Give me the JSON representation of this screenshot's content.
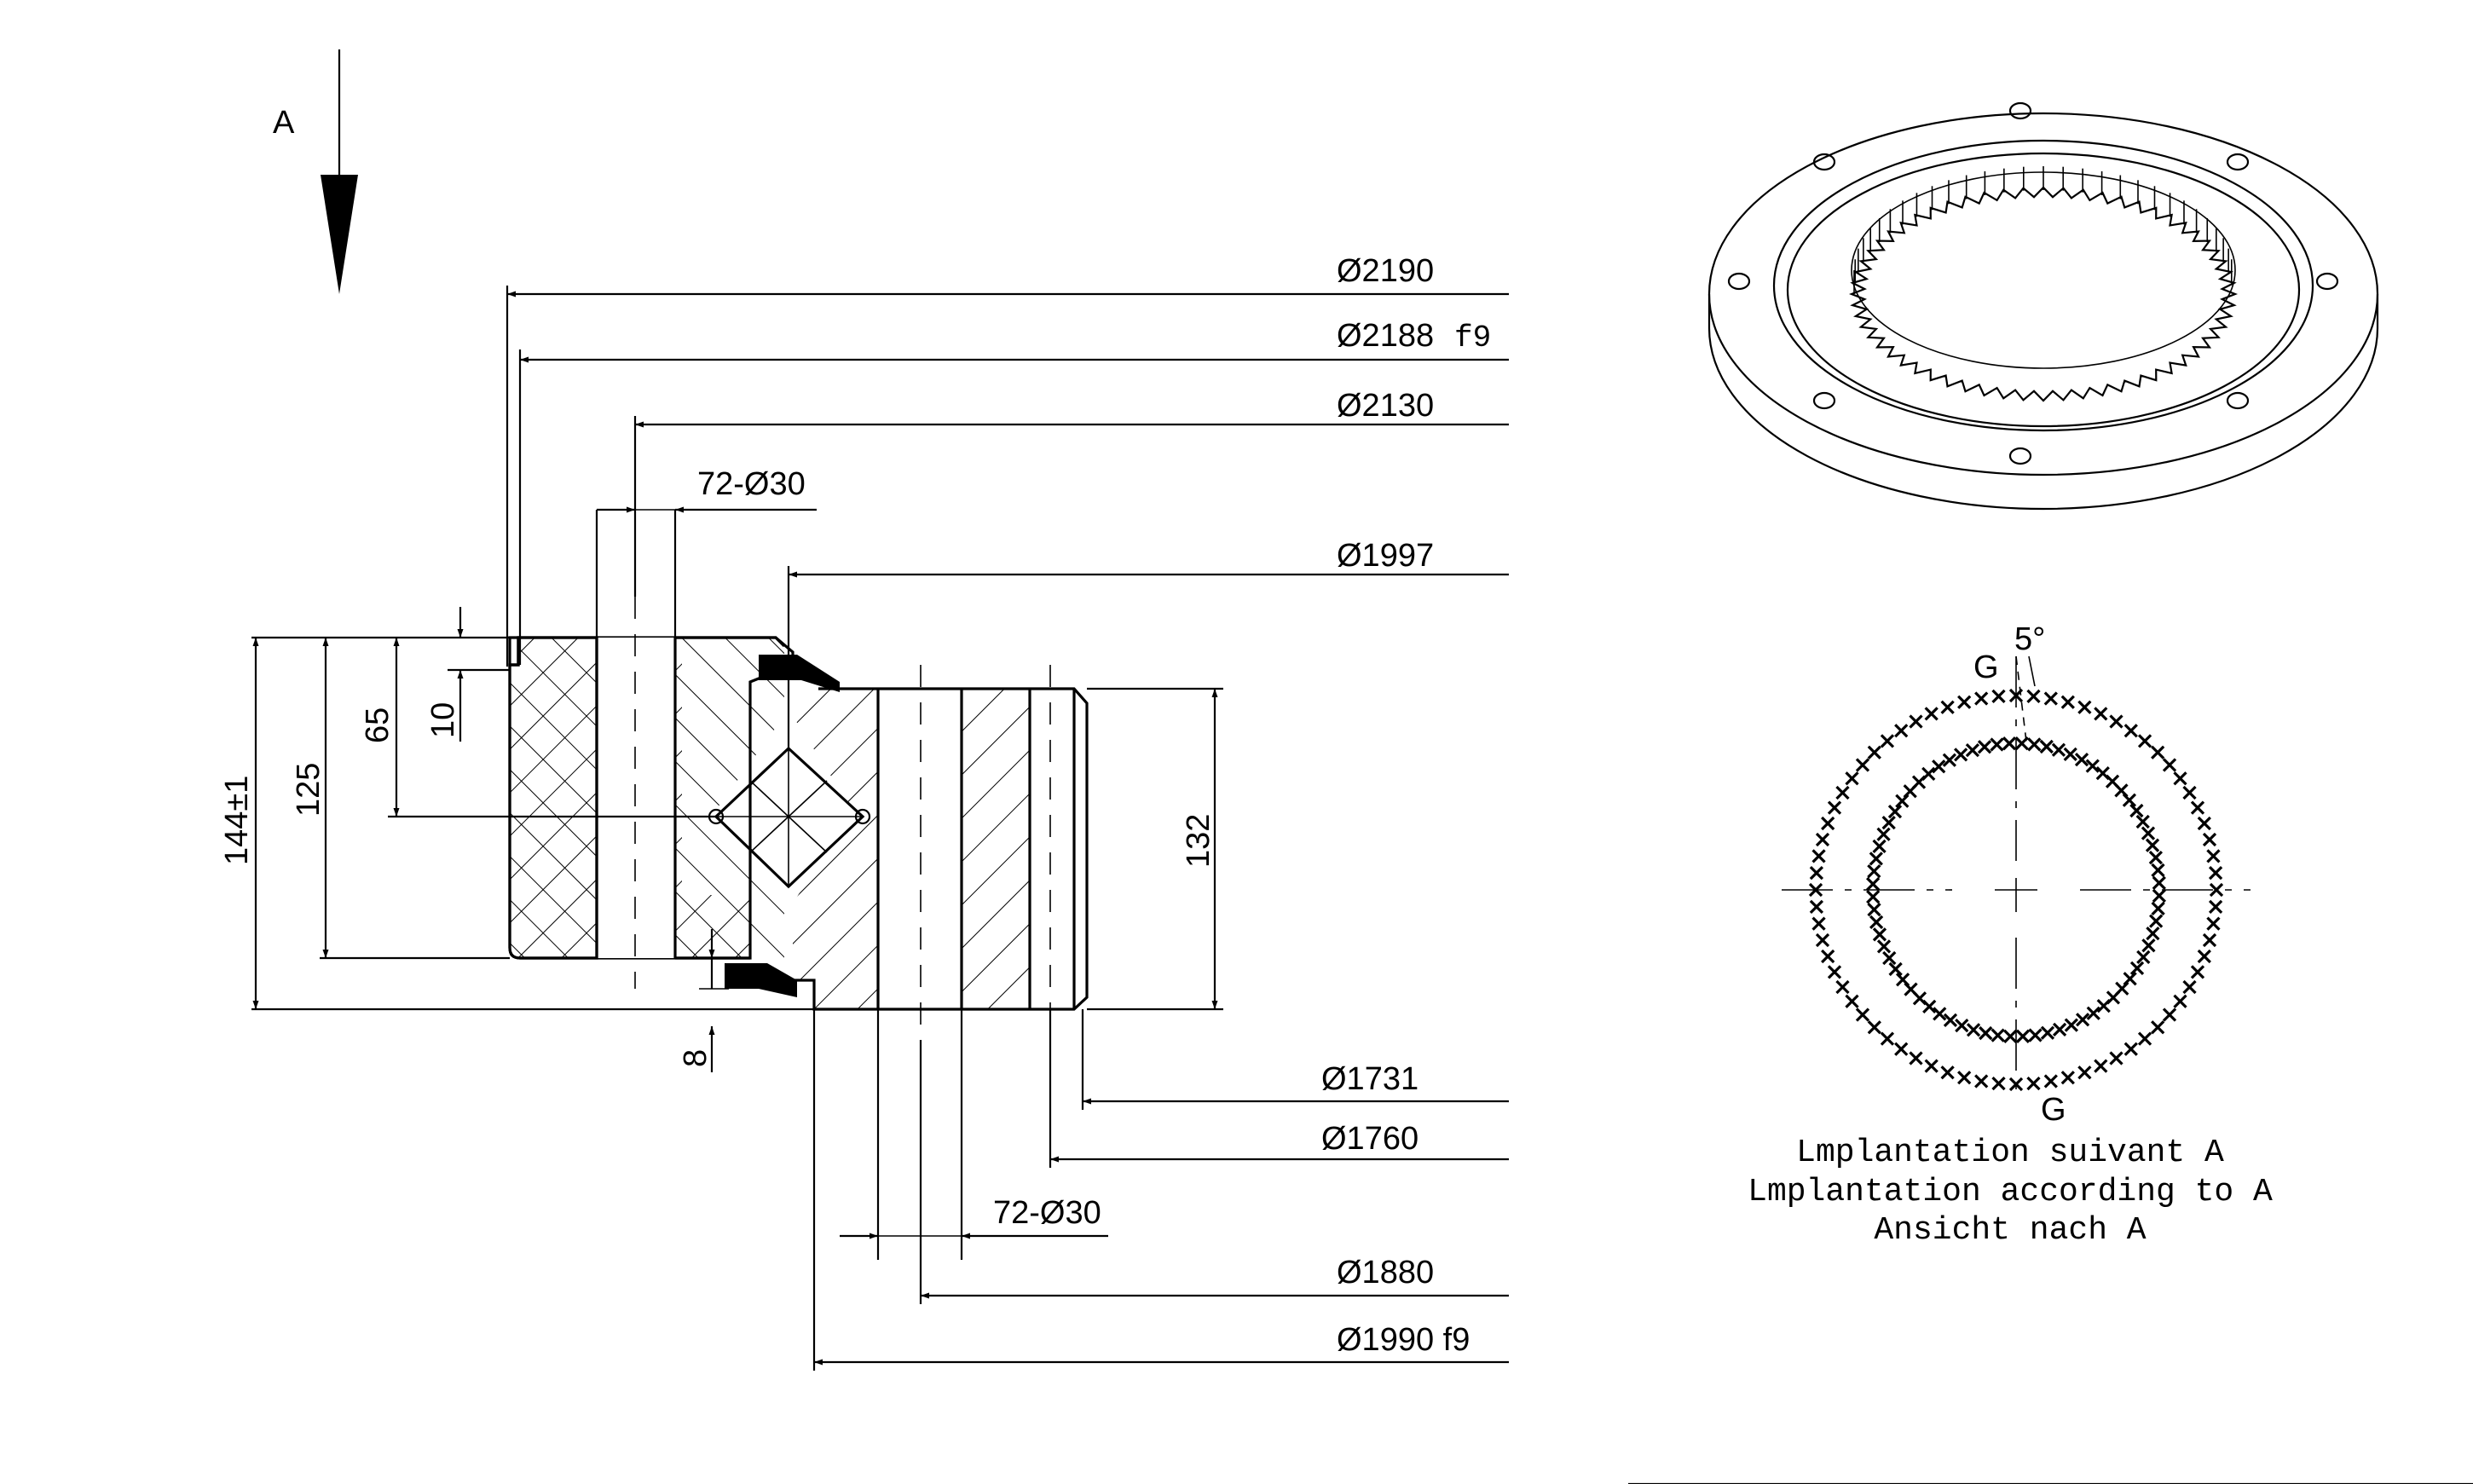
{
  "view_arrow": {
    "label": "A"
  },
  "dimensions_top": [
    {
      "label": "Ø2190",
      "suffix": ""
    },
    {
      "label": "Ø2188",
      "suffix": "f9"
    },
    {
      "label": "Ø2130",
      "suffix": ""
    },
    {
      "label": "72-Ø30",
      "suffix": ""
    },
    {
      "label": "Ø1997",
      "suffix": ""
    }
  ],
  "dimensions_bottom": [
    {
      "label": "Ø1731"
    },
    {
      "label": "Ø1760"
    },
    {
      "label": "72-Ø30"
    },
    {
      "label": "Ø1880"
    },
    {
      "label": "Ø1990 f9"
    }
  ],
  "dimensions_vertical": [
    {
      "label": "144±1"
    },
    {
      "label": "125"
    },
    {
      "label": "65"
    },
    {
      "label": "10"
    },
    {
      "label": "132"
    },
    {
      "label": "8"
    }
  ],
  "hole_pattern": {
    "angle_label": "5°",
    "section_mark_top": "G",
    "section_mark_bottom": "G",
    "outer_marker_count": 72,
    "inner_marker_count": 72
  },
  "caption": {
    "line1": "Lmplantation suivant A",
    "line2": "Lmplantation according to A",
    "line3": "Ansicht nach A"
  }
}
